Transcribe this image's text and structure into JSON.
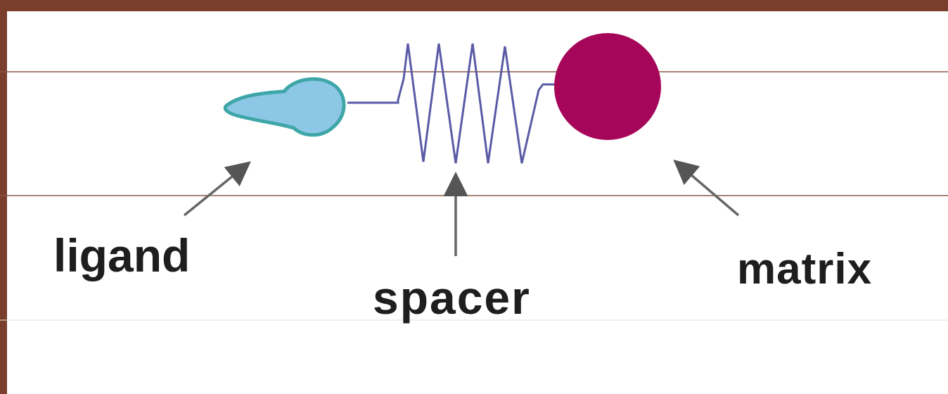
{
  "labels": {
    "ligand": "ligand",
    "spacer": "spacer",
    "matrix": "matrix"
  },
  "colors": {
    "frame": "#7a3f2c",
    "rule": "#8a5846",
    "ligand_fill": "#8cc8e6",
    "ligand_stroke": "#3fa6a8",
    "spacer_line": "#5a5aa6",
    "matrix_fill": "#a5065a",
    "arrow": "#666666"
  }
}
